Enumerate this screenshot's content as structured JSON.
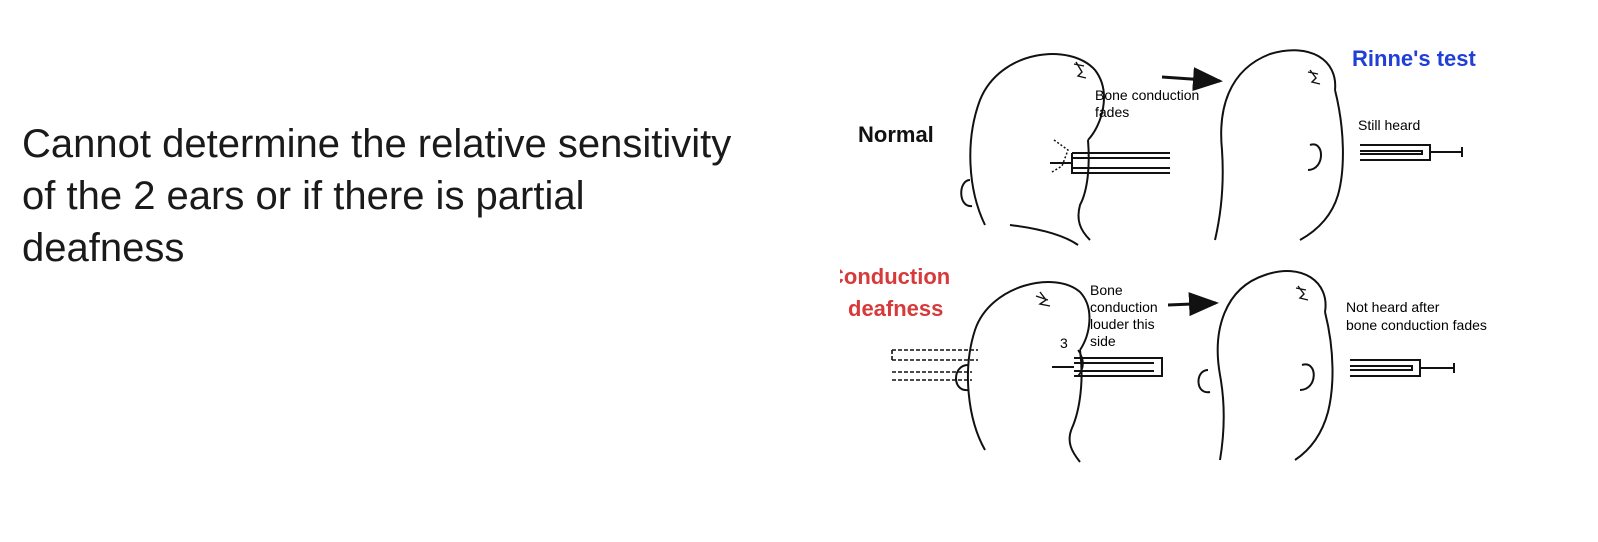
{
  "slide": {
    "text": "Cannot determine the relative sensitivity of the 2 ears or if there is partial deafness"
  },
  "figure": {
    "title": "Rinne's test",
    "title_color": "#1f3fd6",
    "rows": [
      {
        "label_lines": [
          "Normal"
        ],
        "label_color": "#111111",
        "left_note_lines": [
          "Bone conduction",
          "fades"
        ],
        "right_note_lines": [
          "Still heard"
        ]
      },
      {
        "label_lines": [
          "Conduction",
          "deafness"
        ],
        "label_color": "#d63a3a",
        "left_note_lines": [
          "Bone",
          "conduction",
          "louder this",
          "side"
        ],
        "step_number": "3",
        "right_note_lines": [
          "Not heard after",
          "bone conduction fades"
        ]
      }
    ]
  }
}
